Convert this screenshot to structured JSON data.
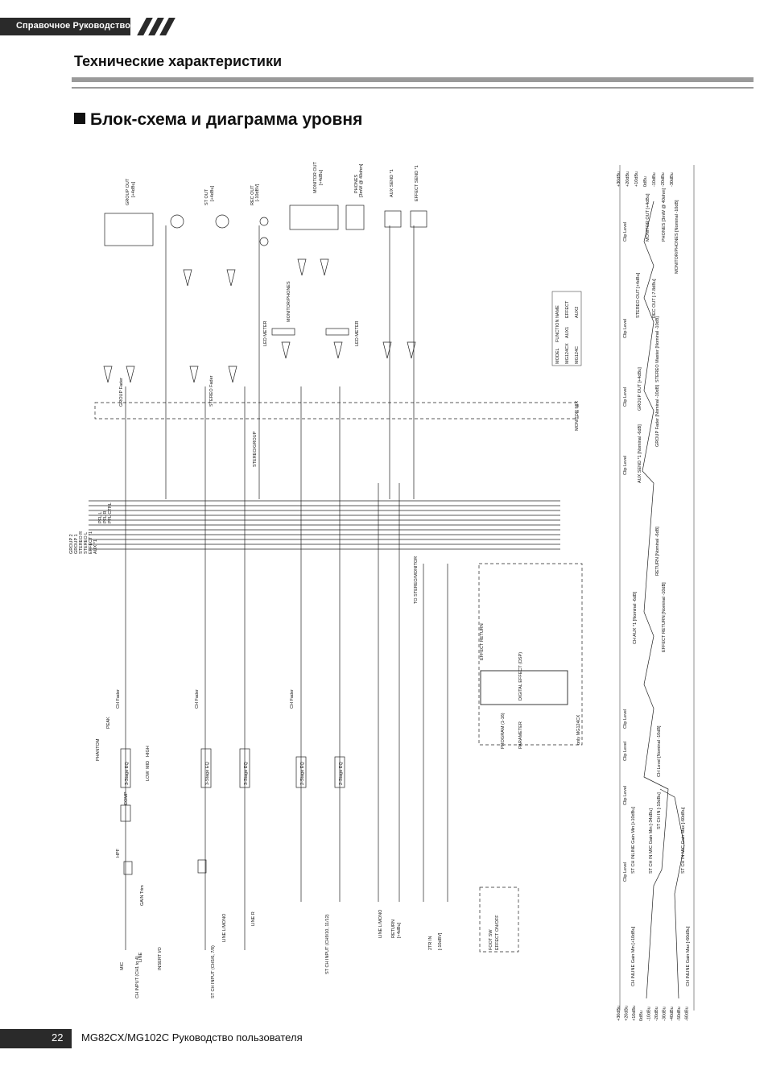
{
  "header": {
    "tag": "Справочное Руководство"
  },
  "section_title": "Технические характеристики",
  "heading": "Блок-схема и диаграмма уровня",
  "footer": {
    "page_number": "22",
    "manual_title": "MG82CX/MG102C Руководство пользователя"
  },
  "diagram_labels": {
    "group_out": "GROUP OUT",
    "group_out_level": "[+4dBu]",
    "st_out": "ST OUT",
    "st_out_level": "[+4dBu]",
    "rec_out": "REC OUT",
    "rec_out_level": "[-10dBV]",
    "monitor_out": "MONITOR OUT",
    "monitor_out_level": "[+4dBu]",
    "phones": "PHONES",
    "phones_spec": "[3mW @ 40ohm]",
    "aux_send": "AUX SEND *1",
    "effect_send": "EFFECT SEND *1",
    "led_meter": "LED METER",
    "monitor_phones": "MONITOR/PHONES",
    "stereo_fader": "STEREO Fader",
    "group_fader": "GROUP Fader",
    "bus_aux1": "AUX *1",
    "bus_effect1": "EFFECT *1",
    "bus_stereo_l": "STEREO L",
    "bus_stereo_r": "STEREO R",
    "bus_group1": "GROUP 1",
    "bus_group2": "GROUP 2",
    "bus_pfl_l": "PFL L",
    "bus_pfl_r": "PFL R",
    "bus_pfl_ctrl": "PFL CTRL",
    "ch_fader": "CH Fader",
    "phantom": "PHANTOM",
    "peak": "PEAK",
    "gain_trim": "GAIN Trim",
    "comp": "COMP",
    "hpf": "HPF",
    "eq3": "3-Stage EQ",
    "eq2": "2-Stage EQ",
    "high": "HIGH",
    "mid": "MID",
    "low": "LOW",
    "ch_input": "CH INPUT (CH1 to 4)",
    "st_ch_input_56_78": "ST CH INPUT (CH5/6, 7/8)",
    "st_ch_input_910": "ST CH INPUT (CH9/10, 11/12)",
    "mic": "MIC",
    "line": "LINE",
    "insert_io": "INSERT I/O",
    "line_mono": "LINE L/MONO",
    "line_r": "LINE R",
    "return": "RETURN",
    "return_level": "[+4dBu]",
    "tr2_in": "2TR IN",
    "tr2_level": "[-10dBV]",
    "foot_sw": "FOOT SW",
    "effect_on_off": "EFFECT ON/OFF",
    "digital_effect": "DIGITAL EFFECT (DSP)",
    "program": "PROGRAM (1-16)",
    "parameter": "PARAMETER",
    "only_mg124cx": "only MG124CX",
    "effect_return": "EFFECT RETURN",
    "to_stereo_monitor": "TO STEREO/MONITOR",
    "monitor_mix": "MONITOR MIX",
    "stereo_group": "STEREO/GROUP",
    "clip_level": "Clip Level",
    "note_model": "MODEL",
    "note_function_name": "FUNCTION NAME",
    "note_model_1": "MG124CX",
    "note_model_2": "MG124C",
    "note_aux1": "AUX1",
    "note_effect": "EFFECT",
    "note_aux2": "AUX2",
    "level_scale_right": [
      "+30dBu",
      "+20dBu",
      "+10dBu",
      "0dBu",
      "-10dBu",
      "-20dBu",
      "-30dBu"
    ],
    "level_scale_left": [
      "+30dBu",
      "+20dBu",
      "+10dBu",
      "0dBu",
      "-10dBu",
      "-20dBu",
      "-30dBu",
      "-40dBu",
      "-50dBu",
      "-60dBu"
    ],
    "ld_ch_inline_gain_max": "CH INLINE Gain Max [-60dBu]",
    "ld_ch_inline_gain_min": "CH INLINE Gain Min [+10dBu]",
    "ld_stch_mic_gain_max": "ST CH IN MIC Gain Max [-60dBu]",
    "ld_stch_mic_gain_min": "ST CH IN MIC Gain Min [-34dBu]",
    "ld_stch_inline_gain": "ST CH INLINE Gain Min [+10dBu]",
    "ld_stch_in": "ST CH IN [-10dBu]",
    "ld_ch_level": "CH Level [Nominal -10dB]",
    "ld_return": "RETURN [Nominal -6dB]",
    "ld_aux_send": "AUX SEND *1 [Nominal -6dB]",
    "ld_group_fader": "GROUP Fader [Nominal -10dB]",
    "ld_stereo_master": "STEREO Master [Nominal -10dB]",
    "ld_monitor_phones": "MONITOR/PHONES [Nominal -10dB]",
    "ld_phones": "PHONES [3mW @ 40ohm]",
    "ld_monitor_out": "MONITOR OUT [+4dBu]",
    "ld_stereo_out": "STEREO OUT [+4dBu]",
    "ld_rec_out": "REC OUT [-7.8dBu]",
    "ld_group_out": "GROUP OUT [+4dBu]",
    "ld_effect_return": "EFFECT RETURN [Nominal -10dB]",
    "ld_ch_aux": "CH AUX *1 [Nominal -6dB]"
  }
}
